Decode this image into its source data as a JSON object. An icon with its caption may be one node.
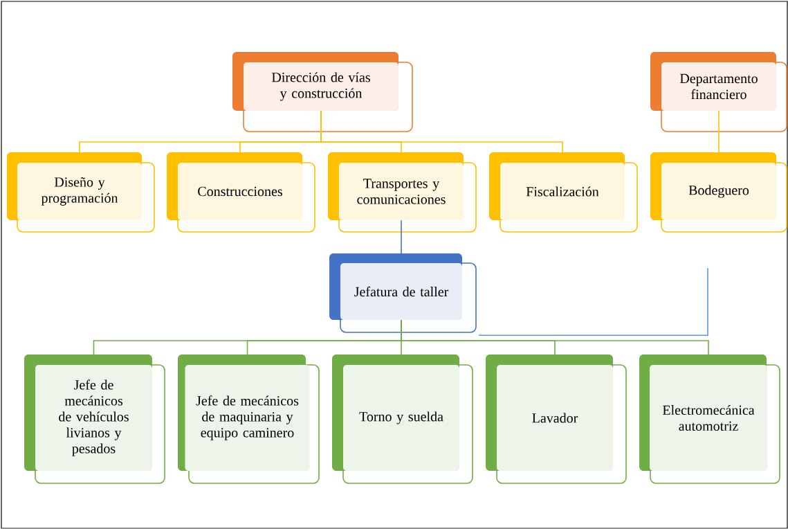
{
  "diagram": {
    "nodes": [
      {
        "text": [
          "Dirección de vías y construcción"
        ]
      },
      {
        "text": [
          "Departamento financiero"
        ]
      },
      {
        "text": [
          "Diseño y programación"
        ]
      },
      {
        "text": [
          "Construcciones"
        ]
      },
      {
        "text": [
          "Transportes y comunicaciones"
        ]
      },
      {
        "text": [
          "Fiscalización"
        ]
      },
      {
        "text": [
          "Bodeguero"
        ]
      },
      {
        "text": [
          "Jefatura de taller"
        ]
      },
      {
        "text": [
          "Jefe de mecánicos de vehículos livianos y pesados"
        ]
      },
      {
        "text": [
          "Jefe de mecánicos de maquinaria y equipo caminero"
        ]
      },
      {
        "text": [
          "Torno y suelda"
        ]
      },
      {
        "text": [
          "Lavador"
        ]
      },
      {
        "text": [
          "Electromecánica automotriz"
        ]
      }
    ],
    "edges": [
      {
        "from": 0,
        "to": 2,
        "arrow": "none",
        "color": "#ffc000"
      },
      {
        "from": 0,
        "to": 3,
        "arrow": "none",
        "color": "#ffc000"
      },
      {
        "from": 0,
        "to": 4,
        "arrow": "none",
        "color": "#ffc000"
      },
      {
        "from": 0,
        "to": 5,
        "arrow": "none",
        "color": "#ffc000"
      },
      {
        "from": 1,
        "to": 6,
        "arrow": "none",
        "color": "#ffc000"
      },
      {
        "from": 4,
        "to": 7,
        "arrow": "none",
        "color": "#4472c4"
      },
      {
        "from": 6,
        "to": 7,
        "arrow": "none",
        "color": "#5b9bd5"
      },
      {
        "from": 7,
        "to": 8,
        "arrow": "none",
        "color": "#70ad47"
      },
      {
        "from": 7,
        "to": 9,
        "arrow": "none",
        "color": "#70ad47"
      },
      {
        "from": 7,
        "to": 10,
        "arrow": "none",
        "color": "#70ad47"
      },
      {
        "from": 7,
        "to": 11,
        "arrow": "none",
        "color": "#70ad47"
      },
      {
        "from": 7,
        "to": 12,
        "arrow": "none",
        "color": "#70ad47"
      }
    ]
  }
}
